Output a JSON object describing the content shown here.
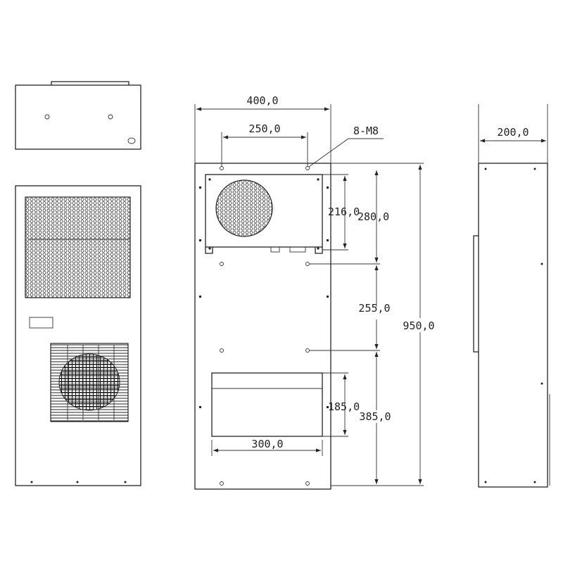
{
  "drawing": {
    "front_view": {
      "width_label": "400,0",
      "hole_spacing_label": "250,0",
      "mounting_holes_label": "8-M8",
      "upper_opening_height_label": "216,0",
      "upper_hole_distance_label": "280,0",
      "middle_hole_distance_label": "255,0",
      "total_height_label": "950,0",
      "lower_opening_height_label": "185,0",
      "lower_hole_distance_label": "385,0",
      "lower_opening_width_label": "300,0"
    },
    "side_view": {
      "depth_label": "200,0"
    },
    "line_color": "#222222"
  }
}
